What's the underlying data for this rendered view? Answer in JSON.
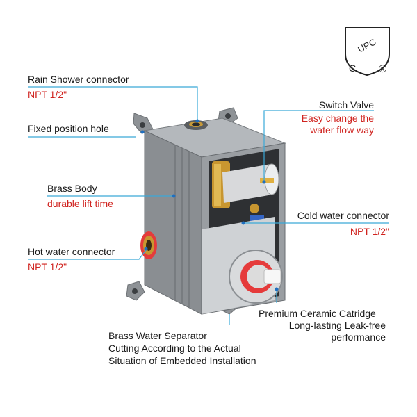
{
  "certification": {
    "top_text": "UPC",
    "letter_left": "C",
    "registered": "®"
  },
  "labels": {
    "rain_shower": {
      "title": "Rain Shower connector",
      "spec": "NPT 1/2\""
    },
    "fixed_hole": {
      "title": "Fixed  position hole"
    },
    "brass_body": {
      "title": "Brass Body",
      "spec": "durable lift time"
    },
    "hot_water": {
      "title": "Hot water connector",
      "spec": "NPT 1/2\""
    },
    "switch_valve": {
      "title": "Switch Valve",
      "line1": "Easy change the",
      "line2": "water flow way"
    },
    "cold_water": {
      "title": "Cold water connector",
      "spec": "NPT 1/2\""
    },
    "cartridge": {
      "line1": "Premium Ceramic Catridge",
      "line2": "Long-lasting Leak-free",
      "line3": "performance"
    },
    "separator": {
      "line1": "Brass Water Separator",
      "line2": "Cutting According to the Actual",
      "line3": "Situation of Embedded Installation"
    }
  },
  "colors": {
    "leader": "#3aa9d8",
    "accent_red": "#d0231f",
    "body_gray": "#8e9296"
  }
}
